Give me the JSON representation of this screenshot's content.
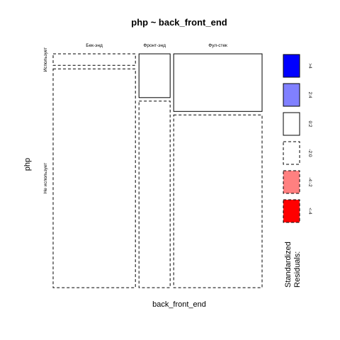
{
  "chart_data": {
    "type": "mosaic",
    "title": "php ~ back_front_end",
    "xlabel": "back_front_end",
    "ylabel": "php",
    "x_categories": [
      "Бек-энд",
      "Фронт-энд",
      "Фул-стек"
    ],
    "y_categories": [
      "Использует",
      "Не использует"
    ],
    "column_proportions": [
      0.475,
      0.18,
      0.51
    ],
    "row_proportions_by_column": [
      [
        0.05,
        0.95
      ],
      [
        0.19,
        0.81
      ],
      [
        0.25,
        0.75
      ]
    ],
    "residual_sign": [
      [
        "negative",
        "negative"
      ],
      [
        "positive",
        "negative"
      ],
      [
        "positive",
        "negative"
      ]
    ],
    "legend": {
      "title_line1": "Standardized",
      "title_line2": "Residuals:",
      "items": [
        {
          "label": ">4",
          "color": "#0000ff",
          "dash": false
        },
        {
          "label": "2:4",
          "color": "#8080ff",
          "dash": false
        },
        {
          "label": "0:2",
          "color": "#ffffff",
          "dash": false
        },
        {
          "label": "-2:0",
          "color": "#ffffff",
          "dash": true
        },
        {
          "label": "-4:-2",
          "color": "#ff8080",
          "dash": true
        },
        {
          "label": "<-4",
          "color": "#ff0000",
          "dash": true
        }
      ]
    }
  }
}
